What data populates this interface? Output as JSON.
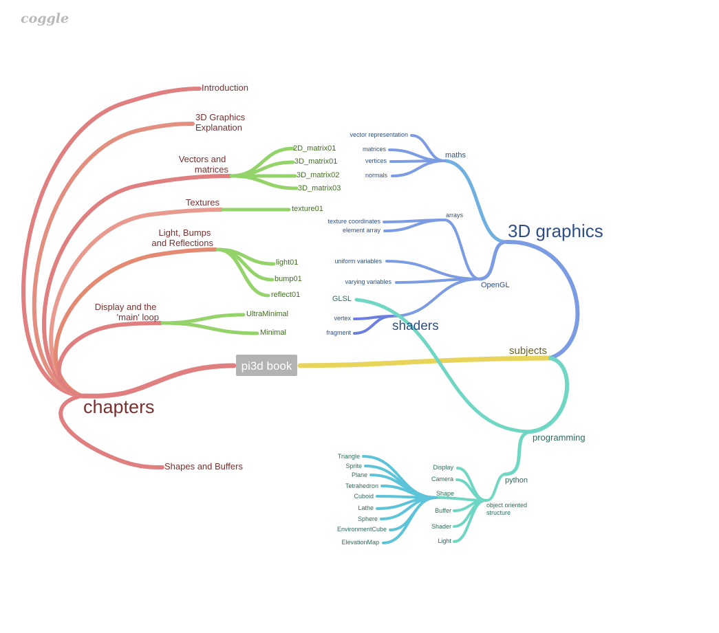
{
  "app": {
    "logo": "coggle"
  },
  "root": {
    "label": "pi3d book"
  },
  "colors": {
    "chapters": "#e07f7f",
    "chapters_text": "#7b2f2f",
    "green": "#93d36a",
    "green_text": "#3f6d1f",
    "yellow": "#e8d45a",
    "subjects_text": "#6b6320",
    "blue": "#7b9be2",
    "blue_text": "#2f4f86",
    "teal": "#6fd6c3",
    "teal_text": "#2d6a5c",
    "cyan": "#5cc3d9",
    "root_bg": "#b3b3b3",
    "logo": "#b9b9b9"
  },
  "chapters": {
    "label": "chapters",
    "items": {
      "introduction": "Introduction",
      "graphics_explanation": [
        "3D Graphics",
        "Explanation"
      ],
      "vectors": [
        "Vectors and",
        "matrices"
      ],
      "textures": "Textures",
      "light": [
        "Light, Bumps",
        "and Reflections"
      ],
      "display": [
        "Display and the",
        "'main' loop"
      ],
      "shapes": "Shapes and Buffers"
    },
    "vectors_children": [
      "2D_matrix01",
      "3D_matrix01",
      "3D_matrix02",
      "3D_matrix03"
    ],
    "textures_children": [
      "texture01"
    ],
    "light_children": [
      "light01",
      "bump01",
      "reflect01"
    ],
    "display_children": [
      "UltraMinimal",
      "Minimal"
    ]
  },
  "subjects": {
    "label": "subjects",
    "graphics": {
      "label": "3D graphics",
      "maths": {
        "label": "maths",
        "children": [
          "vector representation",
          "matrices",
          "vertices",
          "normals"
        ]
      },
      "opengl": {
        "label": "OpenGL",
        "arrays": {
          "label": "arrays",
          "children": [
            "texture coordinates",
            "element array"
          ]
        },
        "uniform": "uniform variables",
        "varying": "varying variables",
        "shaders": {
          "label": "shaders",
          "children": [
            "vertex",
            "fragment"
          ]
        }
      }
    },
    "programming": {
      "label": "programming",
      "glsl": "GLSL",
      "python": {
        "label": "python",
        "oos": {
          "label": [
            "object oriented",
            "structure"
          ],
          "children": [
            "Display",
            "Camera",
            "Shape",
            "Buffer",
            "Shader",
            "Light"
          ],
          "shape_children": [
            "Triangle",
            "Sprite",
            "Plane",
            "Tetrahedron",
            "Cuboid",
            "Lathe",
            "Sphere",
            "EnvironmentCube",
            "ElevationMap"
          ]
        }
      }
    }
  }
}
